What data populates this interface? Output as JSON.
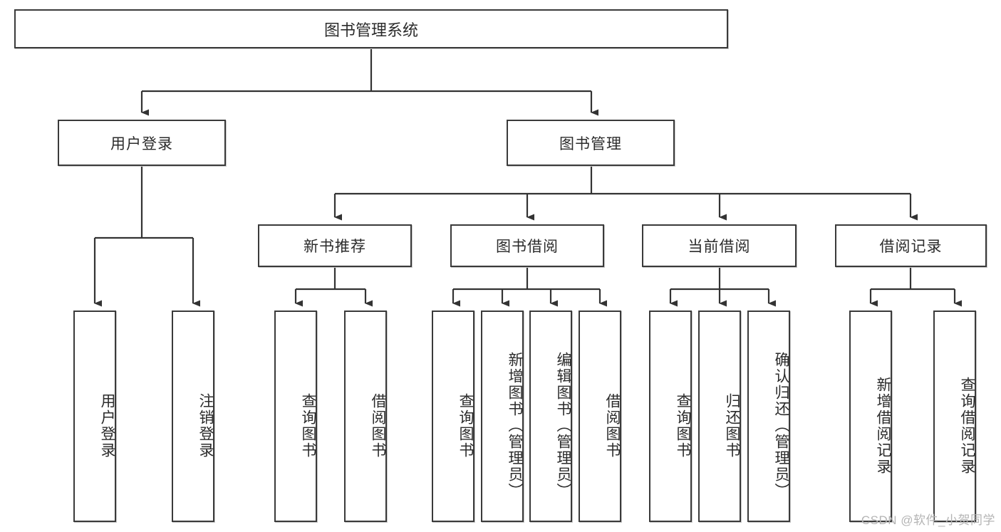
{
  "diagram": {
    "type": "tree-hierarchy",
    "title": "图书管理系统",
    "background_color": "#ffffff",
    "box_border_color": "#3a3a3a",
    "text_color": "#2b2b2b",
    "connector_color": "#333333"
  },
  "root": {
    "label": "图书管理系统"
  },
  "level1": [
    {
      "label": "用户登录"
    },
    {
      "label": "图书管理"
    }
  ],
  "level2": [
    {
      "label": "新书推荐"
    },
    {
      "label": "图书借阅"
    },
    {
      "label": "当前借阅"
    },
    {
      "label": "借阅记录"
    }
  ],
  "leaves": {
    "user_login": [
      {
        "label": "用户登录"
      },
      {
        "label": "注销登录"
      }
    ],
    "new_book": [
      {
        "label": "查询图书"
      },
      {
        "label": "借阅图书"
      }
    ],
    "book_borrow": [
      {
        "label": "查询图书"
      },
      {
        "label": "新增图书（管理员）"
      },
      {
        "label": "编辑图书（管理员）"
      },
      {
        "label": "借阅图书"
      }
    ],
    "current_borrow": [
      {
        "label": "查询图书"
      },
      {
        "label": "归还图书"
      },
      {
        "label": "确认归还（管理员）"
      }
    ],
    "borrow_record": [
      {
        "label": "新增借阅记录"
      },
      {
        "label": "查询借阅记录"
      }
    ]
  },
  "watermark": {
    "text": "CSDN @软件_小贺同学"
  }
}
